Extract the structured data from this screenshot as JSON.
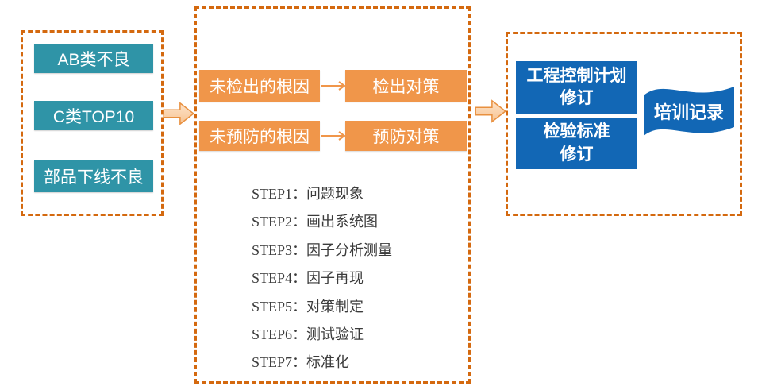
{
  "colors": {
    "accent_orange": "#d4690f",
    "box_orange": "#f0964a",
    "teal": "#2f94a7",
    "blue": "#1267b5",
    "arrow_stroke": "#e8903f",
    "arrow_fill_light": "#fde4ca",
    "arrow_fill_dark": "#f7c392",
    "steps_text": "#3b3b3b"
  },
  "left_panel": {
    "items": [
      {
        "label": "AB类不良"
      },
      {
        "label": "C类TOP10"
      },
      {
        "label": "部品下线不良"
      }
    ]
  },
  "middle_panel": {
    "rows": [
      {
        "cause": "未检出的根因",
        "action": "检出对策"
      },
      {
        "cause": "未预防的根因",
        "action": "预防对策"
      }
    ],
    "steps": [
      {
        "label": "STEP1：",
        "text": "问题现象"
      },
      {
        "label": "STEP2：",
        "text": "画出系统图"
      },
      {
        "label": "STEP3：",
        "text": "因子分析测量"
      },
      {
        "label": "STEP4：",
        "text": "因子再现"
      },
      {
        "label": "STEP5：",
        "text": "对策制定"
      },
      {
        "label": "STEP6：",
        "text": "测试验证"
      },
      {
        "label": "STEP7：",
        "text": "标准化"
      }
    ]
  },
  "right_panel": {
    "boxes": [
      {
        "line1": "工程控制计划",
        "line2": "修订"
      },
      {
        "line1": "检验标准",
        "line2": "修订"
      }
    ],
    "flag": {
      "label": "培训记录"
    }
  }
}
